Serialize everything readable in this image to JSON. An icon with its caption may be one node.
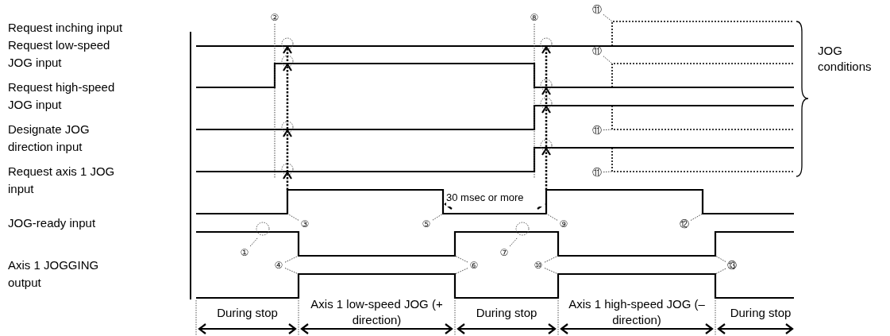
{
  "diagram": {
    "nodes": [
      {
        "text": [
          "②"
        ]
      },
      {
        "text": [
          "⑧"
        ]
      },
      {
        "text": [
          "⑪"
        ]
      },
      {
        "text": [
          "⑪"
        ]
      },
      {
        "text": [
          "⑪"
        ]
      },
      {
        "text": [
          "⑪"
        ]
      },
      {
        "text": [
          "③"
        ]
      },
      {
        "text": [
          "⑤"
        ]
      },
      {
        "text": [
          "⑨"
        ]
      },
      {
        "text": [
          "⑫"
        ]
      },
      {
        "text": [
          "①"
        ]
      },
      {
        "text": [
          "⑦"
        ]
      },
      {
        "text": [
          "④"
        ]
      },
      {
        "text": [
          "⑥"
        ]
      },
      {
        "text": [
          "⑩"
        ]
      },
      {
        "text": [
          "⑬"
        ]
      }
    ],
    "edges": [
      {
        "from": 0,
        "to": null,
        "arrow": "none"
      },
      {
        "from": 1,
        "to": null,
        "arrow": "none"
      },
      {
        "from": 2,
        "to": null,
        "arrow": "none"
      },
      {
        "from": 3,
        "to": null,
        "arrow": "none"
      },
      {
        "from": 4,
        "to": null,
        "arrow": "none"
      },
      {
        "from": 5,
        "to": null,
        "arrow": "none"
      },
      {
        "from": 6,
        "to": null,
        "arrow": "none"
      },
      {
        "from": 7,
        "to": null,
        "arrow": "none"
      },
      {
        "from": 8,
        "to": null,
        "arrow": "none"
      },
      {
        "from": 9,
        "to": null,
        "arrow": "none"
      },
      {
        "from": 10,
        "to": null,
        "arrow": "none"
      },
      {
        "from": 11,
        "to": null,
        "arrow": "none"
      },
      {
        "from": 12,
        "to": null,
        "arrow": "none"
      },
      {
        "from": 12,
        "to": null,
        "arrow": "none"
      },
      {
        "from": 13,
        "to": null,
        "arrow": "none"
      },
      {
        "from": 13,
        "to": null,
        "arrow": "none"
      },
      {
        "from": 14,
        "to": null,
        "arrow": "none"
      },
      {
        "from": 14,
        "to": null,
        "arrow": "none"
      },
      {
        "from": 15,
        "to": null,
        "arrow": "none"
      },
      {
        "from": 15,
        "to": null,
        "arrow": "none"
      }
    ],
    "labels": [
      "Request inching input",
      "Request low-speed JOG input",
      "Request high-speed JOG input",
      "Designate JOG direction input",
      "Request axis 1 JOG input",
      "JOG-ready input",
      "Axis 1 JOGGING output",
      "30 msec or more",
      "JOG conditions",
      "During stop",
      "Axis 1 low-speed JOG (+ direction)",
      "During stop",
      "Axis 1 high-speed JOG (– direction)",
      "During stop"
    ]
  }
}
